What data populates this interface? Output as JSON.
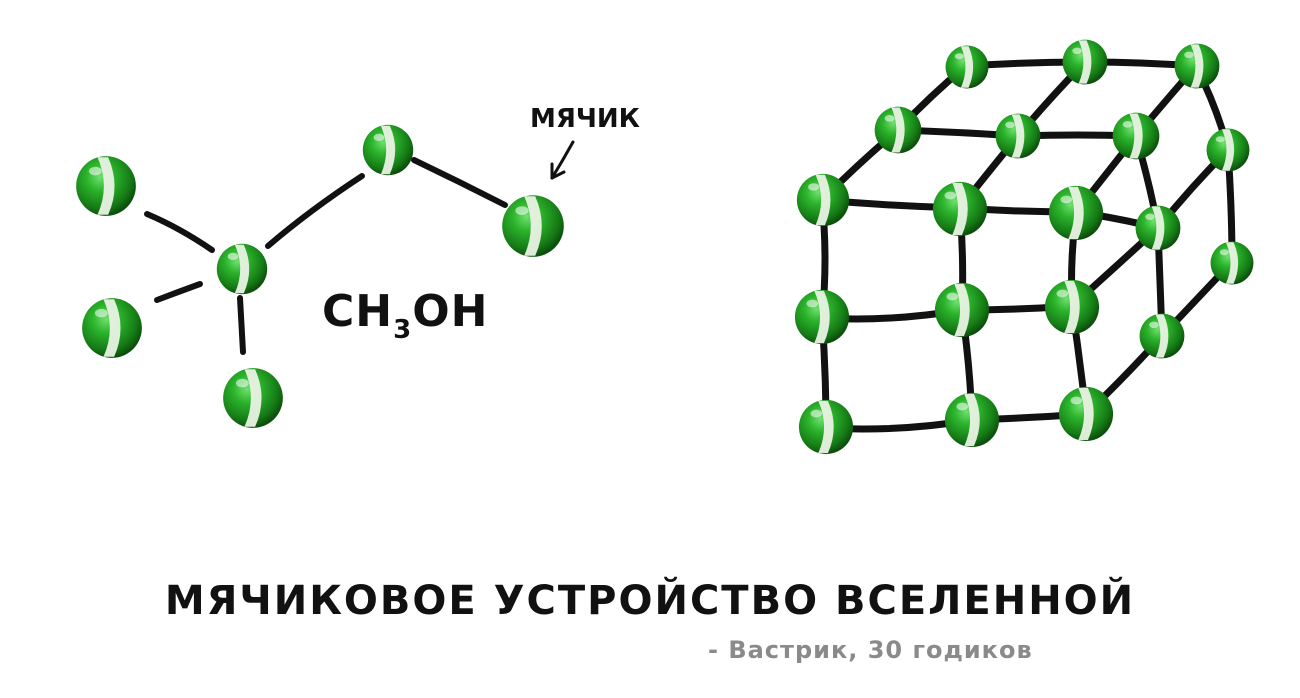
{
  "molecule": {
    "formula_main": "CH",
    "formula_sub": "3",
    "formula_tail": "OH",
    "pointer_label": "МЯЧИК"
  },
  "title": "МЯЧИКОВОЕ УСТРОЙСТВО ВСЕЛЕННОЙ",
  "attribution": "- Вастрик, 30 годиков",
  "colors": {
    "ball": "#1f9a1f",
    "stripe": "#e6efe2",
    "bond": "#111111"
  }
}
